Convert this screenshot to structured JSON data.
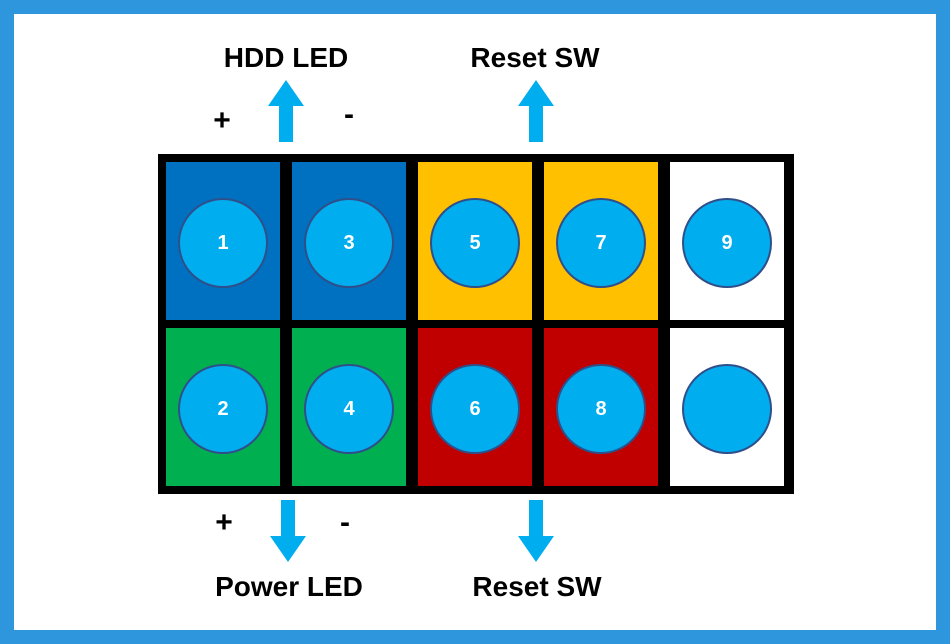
{
  "labels": {
    "hdd_led": "HDD LED",
    "reset_sw_top": "Reset SW",
    "power_led": "Power LED",
    "reset_sw_bottom": "Reset SW",
    "hdd_plus": "+",
    "hdd_minus": "-",
    "power_plus": "+",
    "power_minus": "-"
  },
  "colors": {
    "frame": "#2e96dc",
    "arrow": "#00aeef",
    "pin_fill": "#00aeef",
    "pin_border": "#2f4f8a",
    "hdd_led": "#0070c0",
    "reset_top": "#ffc000",
    "power_led": "#00b050",
    "reset_bottom": "#c00000",
    "empty": "#ffffff",
    "grid_line": "#000000"
  },
  "pins": [
    {
      "row": 0,
      "col": 0,
      "label": "1",
      "group": "hdd_led"
    },
    {
      "row": 0,
      "col": 1,
      "label": "3",
      "group": "hdd_led"
    },
    {
      "row": 0,
      "col": 2,
      "label": "5",
      "group": "reset_top"
    },
    {
      "row": 0,
      "col": 3,
      "label": "7",
      "group": "reset_top"
    },
    {
      "row": 0,
      "col": 4,
      "label": "9",
      "group": "empty"
    },
    {
      "row": 1,
      "col": 0,
      "label": "2",
      "group": "power_led"
    },
    {
      "row": 1,
      "col": 1,
      "label": "4",
      "group": "power_led"
    },
    {
      "row": 1,
      "col": 2,
      "label": "6",
      "group": "reset_bottom"
    },
    {
      "row": 1,
      "col": 3,
      "label": "8",
      "group": "reset_bottom"
    },
    {
      "row": 1,
      "col": 4,
      "label": "",
      "group": "empty"
    }
  ]
}
